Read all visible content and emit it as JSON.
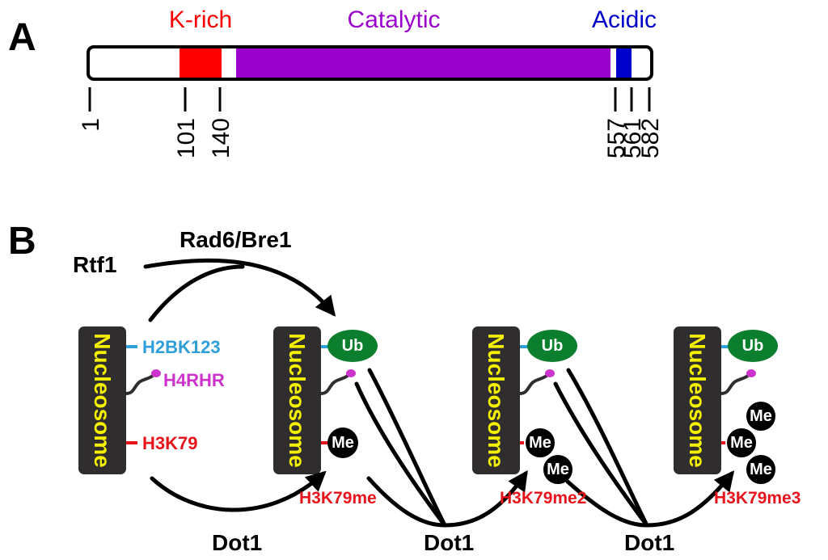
{
  "panel_a": {
    "label": "A",
    "domains": [
      {
        "name": "K-rich",
        "color": "#ff0000"
      },
      {
        "name": "Catalytic",
        "color": "#9900cc"
      },
      {
        "name": "Acidic",
        "color": "#0000cc"
      }
    ],
    "residues": [
      "1",
      "101",
      "140",
      "557",
      "561",
      "582"
    ]
  },
  "panel_b": {
    "label": "B",
    "upstream": {
      "rtf1": "Rtf1",
      "rad6": "Rad6/Bre1"
    },
    "nucleosome_label": "Nucleosome",
    "sites": {
      "h2bk123": "H2BK123",
      "h4rhr": "H4RHR",
      "h3k79": "H3K79"
    },
    "marks": {
      "ub": "Ub",
      "me": "Me"
    },
    "states": [
      "H3K79me",
      "H3K79me2",
      "H3K79me3"
    ],
    "enzyme": "Dot1",
    "colors": {
      "nucleosome": "#2f2d2e",
      "nucleosome_text": "#f4f000",
      "h2b": "#2f9fd8",
      "h4": "#cc33cc",
      "h3": "#e8141c",
      "ub": "#0b7f2e",
      "me": "#000000"
    }
  }
}
